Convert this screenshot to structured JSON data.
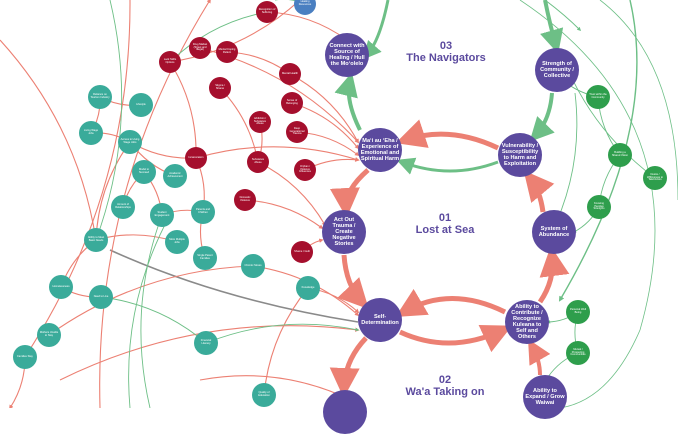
{
  "colors": {
    "purple": "#5b4a9e",
    "red": "#a50f2d",
    "teal": "#3aab9a",
    "green": "#2e9e4c",
    "blue": "#4a7fc1",
    "red_link": "#ec8073",
    "green_link": "#6dbf86",
    "gray_link": "#8a8a8a"
  },
  "loops": [
    {
      "number": "03",
      "name": "The Navigators"
    },
    {
      "number": "01",
      "name": "Lost at Sea"
    },
    {
      "number": "02",
      "name": "Wa'a Taking on"
    }
  ],
  "core_nodes": [
    {
      "id": "connect",
      "label": "Connect with Source of Healing / Hull the Moʻolelo"
    },
    {
      "id": "strength",
      "label": "Strength of Community / Collective"
    },
    {
      "id": "mauli",
      "label": "Maʻi au ʻEha / Experience of Emotional and Spiritual Harm"
    },
    {
      "id": "vuln",
      "label": "Vulnerability / Susceptibility to Harm and Exploitation"
    },
    {
      "id": "actout",
      "label": "Act Out Trauma / Create Negative Stories"
    },
    {
      "id": "abund",
      "label": "System of Abundance"
    },
    {
      "id": "selfdet",
      "label": "Self-Determination"
    },
    {
      "id": "contrib",
      "label": "Ability to Contribute / Recognize Kuleana to Self and Others"
    },
    {
      "id": "expand",
      "label": "Ability to Expand / Grow Waiwai"
    },
    {
      "id": "bottom",
      "label": ""
    }
  ],
  "red_nodes": [
    "Recognition of Suffering",
    "Drug Market (Street and Illegal)",
    "Mental Coping Pattern",
    "Lack Skills Options",
    "Mental Health",
    "Stigma / Shame",
    "Sense of Belonging",
    "Addiction / Substance Abuse",
    "Deep Generational Trauma",
    "Incarceration",
    "Substance Abuse",
    "Orphan / Violence Influences",
    "Domestic Violence",
    "Shame / Guilt"
  ],
  "teal_nodes": [
    "Reliance on Tourism Industry",
    "Lifestyle",
    "Living Wage Jobs",
    "Access to Living Wage Jobs",
    "Model to Succeed",
    "Academic Achievement",
    "Amount of Relationships",
    "Student Engagement",
    "Parents and Children",
    "Ability to Meet Basic Needs",
    "More Multiple Jobs",
    "Single Parent Families",
    "Homelessness",
    "Need to Live",
    "Chronic Stress",
    "Knowledge",
    "Mothers Unable to Stay",
    "Families Stay",
    "Financial Literacy",
    "Quality of Education"
  ],
  "green_nodes": [
    "Trust within the Community",
    "Building a Shared Vision",
    "Knowing Peoples Strengths",
    "Desire / Willingness to Take Action",
    "Personal Well Being",
    "Mutual / Prospering Communities"
  ],
  "blue_nodes": [
    "Healing Resources"
  ]
}
